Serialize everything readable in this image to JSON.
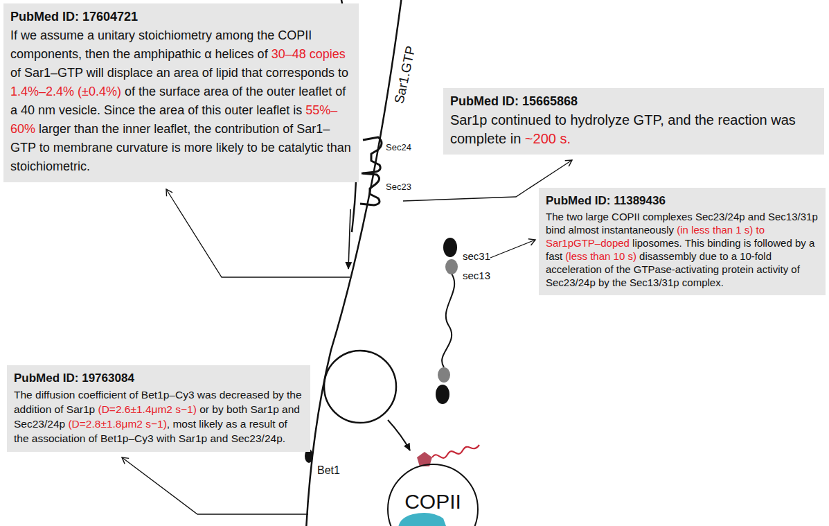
{
  "diagram": {
    "nodes": [
      {
        "text": [
          "PubMed ID: 17604721",
          "If we assume a unitary stoichiometry among the COPII components, then the amphipathic α helices of",
          "30–48 copies",
          "of Sar1–GTP will displace an area of lipid that corresponds to",
          "1.4%–2.4% (±0.4%)",
          "of the surface area of the outer leaflet of a 40 nm vesicle. Since the area of this outer leaflet is",
          "55%–60%",
          "larger than the inner leaflet, the contribution of Sar1–GTP to membrane curvature is more likely to be catalytic than stoichiometric."
        ]
      },
      {
        "text": [
          "PubMed ID: 15665868",
          "Sar1p continued to hydrolyze GTP, and the reaction was complete in",
          "~200 s."
        ]
      },
      {
        "text": [
          "PubMed ID: 11389436",
          "The two large COPII complexes Sec23/24p and Sec13/31p bind almost instantaneously",
          "(in less than 1 s) to Sar1pGTP–doped",
          "liposomes. This binding is followed by a fast",
          "(less than 10 s)",
          "disassembly due to a 10-fold acceleration of the GTPase-activating protein activity of Sec23/24p by the Sec13/31p complex."
        ]
      },
      {
        "text": [
          "PubMed ID: 19763084",
          "The diffusion coefficient of Bet1p–Cy3 was decreased by the addition of Sar1p",
          "(D=2.6±1.4μm2 s−1)",
          "or by both Sar1p and Sec23/24p",
          "(D=2.8±1.8μm2 s−1)",
          ", most likely as a result of the association of Bet1p–Cy3 with Sar1p and Sec23/24p."
        ]
      },
      {
        "text": [
          "COPII"
        ]
      }
    ],
    "labels": [
      "Sar1.GTP",
      "Sec24",
      "Sec23",
      "sec31",
      "sec13",
      "Bet1"
    ]
  }
}
